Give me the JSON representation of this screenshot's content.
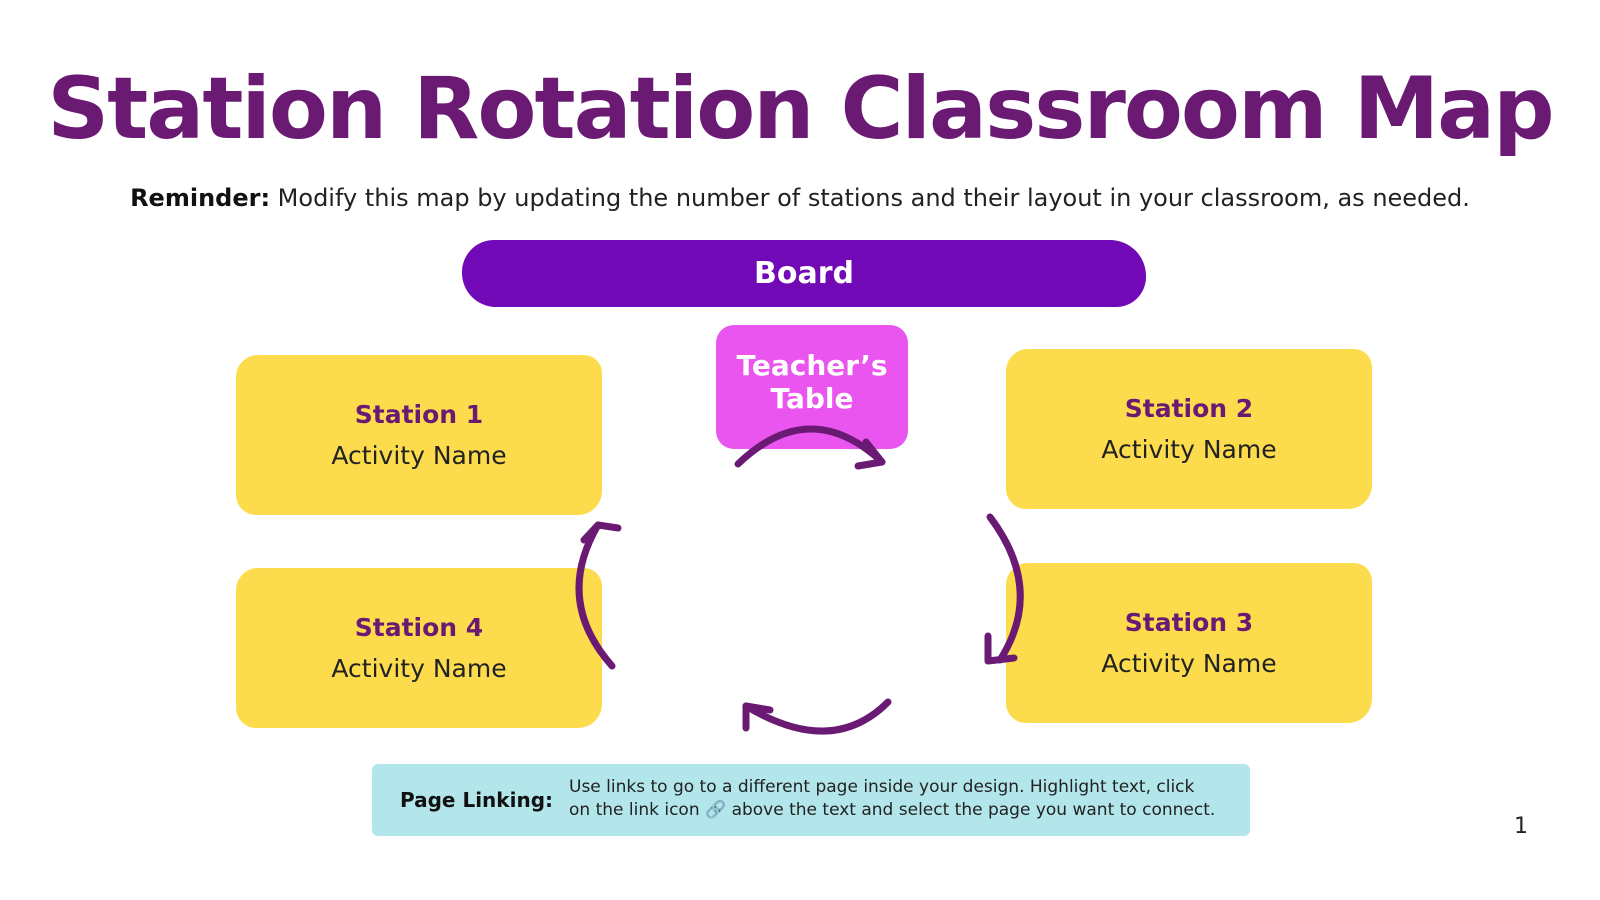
{
  "title": "Station Rotation Classroom Map",
  "reminder": {
    "label": "Reminder:",
    "text": " Modify this map by updating the number of stations and their layout in your classroom, as needed."
  },
  "board": {
    "label": "Board"
  },
  "teacher_table": {
    "line1": "Teacher’s",
    "line2": "Table"
  },
  "stations": [
    {
      "title": "Station 1",
      "activity": "Activity Name"
    },
    {
      "title": "Station 2",
      "activity": "Activity Name"
    },
    {
      "title": "Station 3",
      "activity": "Activity Name"
    },
    {
      "title": "Station 4",
      "activity": "Activity Name"
    }
  ],
  "note": {
    "label": "Page Linking:",
    "text": "Use links to go to a different page inside your design. Highlight text, click on the link icon 🔗 above the text  and select the page you want to connect."
  },
  "page_number": "1",
  "colors": {
    "title": "#6b1a74",
    "board": "#7209b7",
    "teacher_table": "#e955ee",
    "station": "#fcdc4d",
    "arrow": "#6b1a74",
    "note": "#b2e6ea"
  }
}
